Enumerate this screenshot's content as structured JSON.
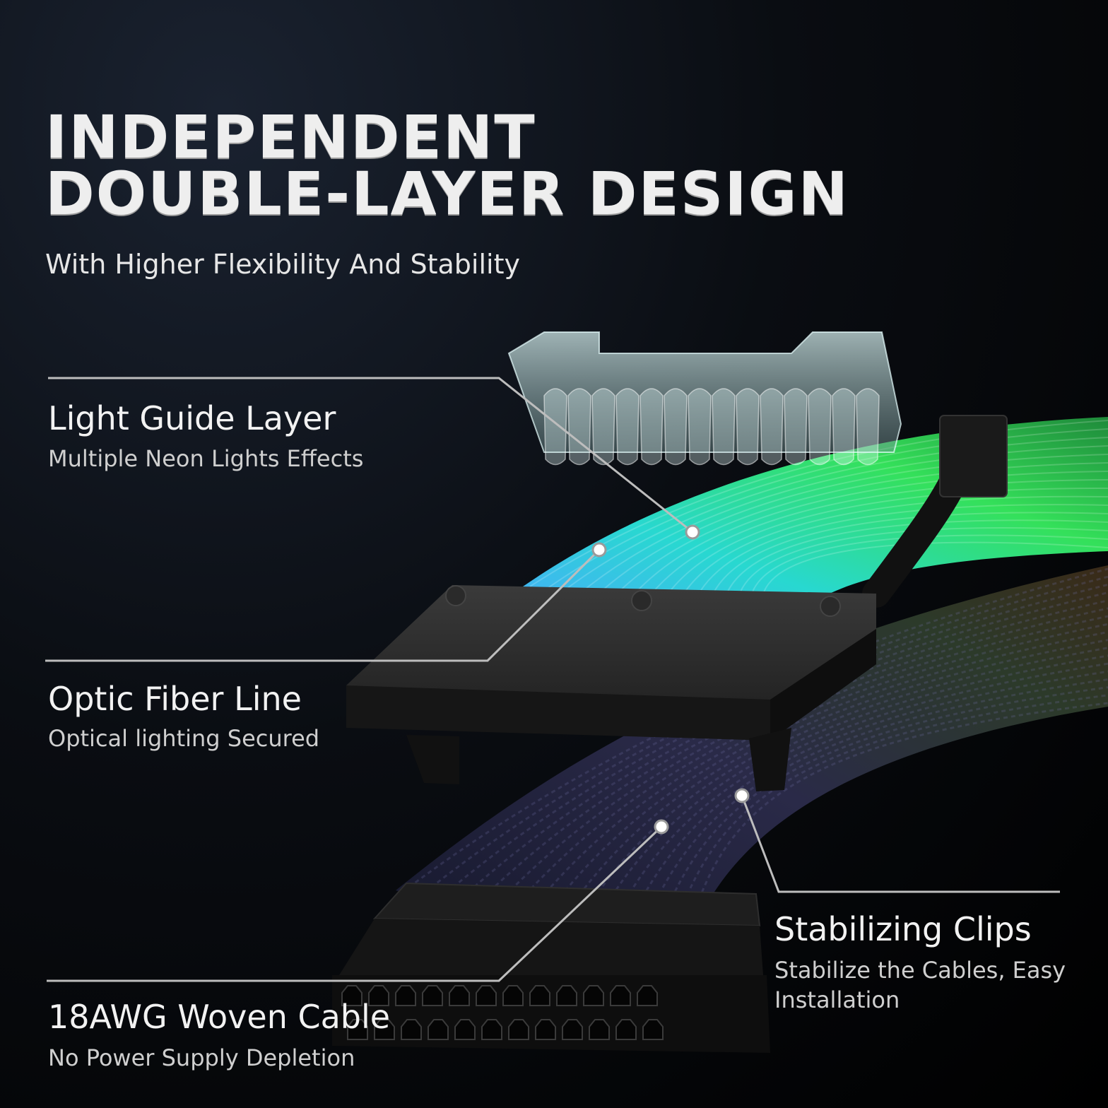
{
  "header": {
    "title_line1": "INDEPENDENT",
    "title_line2": "DOUBLE-LAYER DESIGN",
    "subtitle": "With Higher Flexibility And Stability"
  },
  "features": [
    {
      "name": "Light Guide Layer",
      "description": "Multiple Neon Lights Effects"
    },
    {
      "name": "Optic Fiber Line",
      "description": "Optical lighting Secured"
    },
    {
      "name": "18AWG Woven Cable",
      "description": "No Power Supply Depletion"
    },
    {
      "name": "Stabilizing Clips",
      "description": "Stabilize the Cables, Easy Installation"
    }
  ],
  "colors": {
    "background": "#000000",
    "text_primary": "#f2f2f2",
    "text_secondary": "#cfcfcf",
    "neon_green": "#34e05a",
    "neon_cyan": "#28d8d0",
    "neon_blue": "#4aa8ff",
    "connector": "#1c1c1c",
    "callout_line": "#bdbdbd"
  },
  "icons": [
    "transparent-clip-icon",
    "connector-block-icon",
    "pin-connector-icon",
    "sleeved-cable-icon"
  ]
}
